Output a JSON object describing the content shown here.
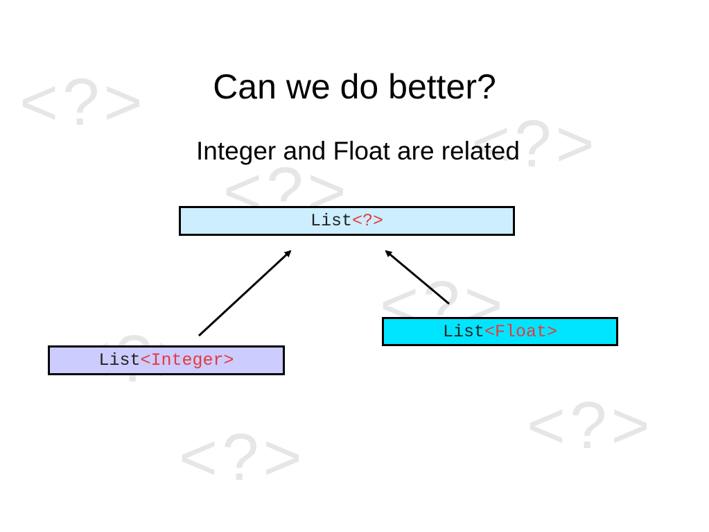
{
  "slide": {
    "title": "Can we do better?",
    "subtitle": "Integer and Float are related",
    "watermark": "<?>"
  },
  "diagram": {
    "nodes": [
      {
        "id": "list-wildcard",
        "prefix": "List",
        "param": "<?>",
        "color": "#cceeff"
      },
      {
        "id": "list-float",
        "prefix": "List",
        "param": "<Float>",
        "color": "#00e5ff"
      },
      {
        "id": "list-integer",
        "prefix": "List",
        "param": "<Integer>",
        "color": "#ccccff"
      }
    ],
    "edges": [
      {
        "from": "list-integer",
        "to": "list-wildcard"
      },
      {
        "from": "list-float",
        "to": "list-wildcard"
      }
    ],
    "param_color": "#e53a3a"
  }
}
